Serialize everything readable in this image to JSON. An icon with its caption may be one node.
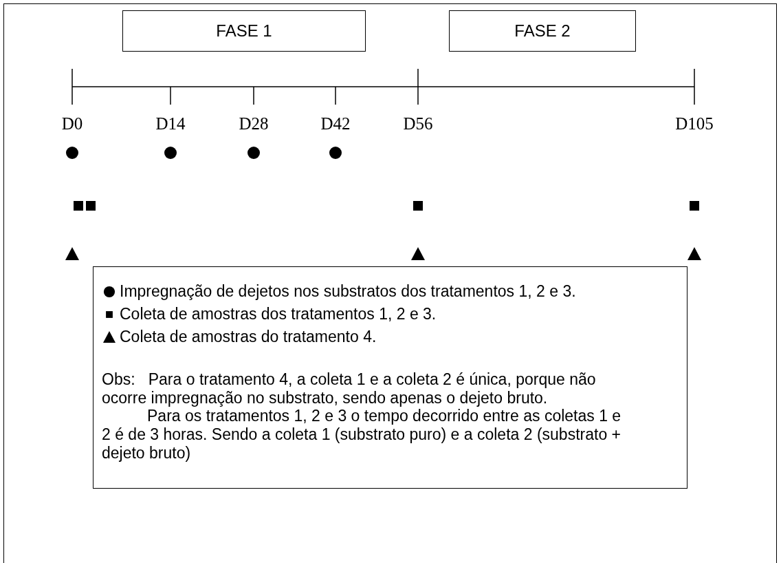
{
  "diagram": {
    "nodes": [
      {
        "text": [
          "FASE 1"
        ]
      },
      {
        "text": [
          "FASE 2"
        ]
      }
    ],
    "labels": [
      "D0",
      "D14",
      "D28",
      "D42",
      "D56",
      "D105",
      "Obs:   Para o tratamento 4, a coleta 1 e a coleta 2 é única, porque não ocorre impregnação no substrato, sendo apenas o dejeto bruto.",
      "Para os tratamentos 1, 2 e 3 o tempo decorrido entre as coletas 1 e 2 é de 3 horas. Sendo a coleta 1 (substrato puro) e a coleta 2 (substrato + dejeto bruto)"
    ],
    "legend": [
      {
        "text": "Impregnação de dejetos nos substratos dos tratamentos 1, 2 e 3."
      },
      {
        "text": "Coleta de amostras dos tratamentos 1, 2 e 3."
      },
      {
        "text": "Coleta de amostras do tratamento 4."
      }
    ]
  }
}
